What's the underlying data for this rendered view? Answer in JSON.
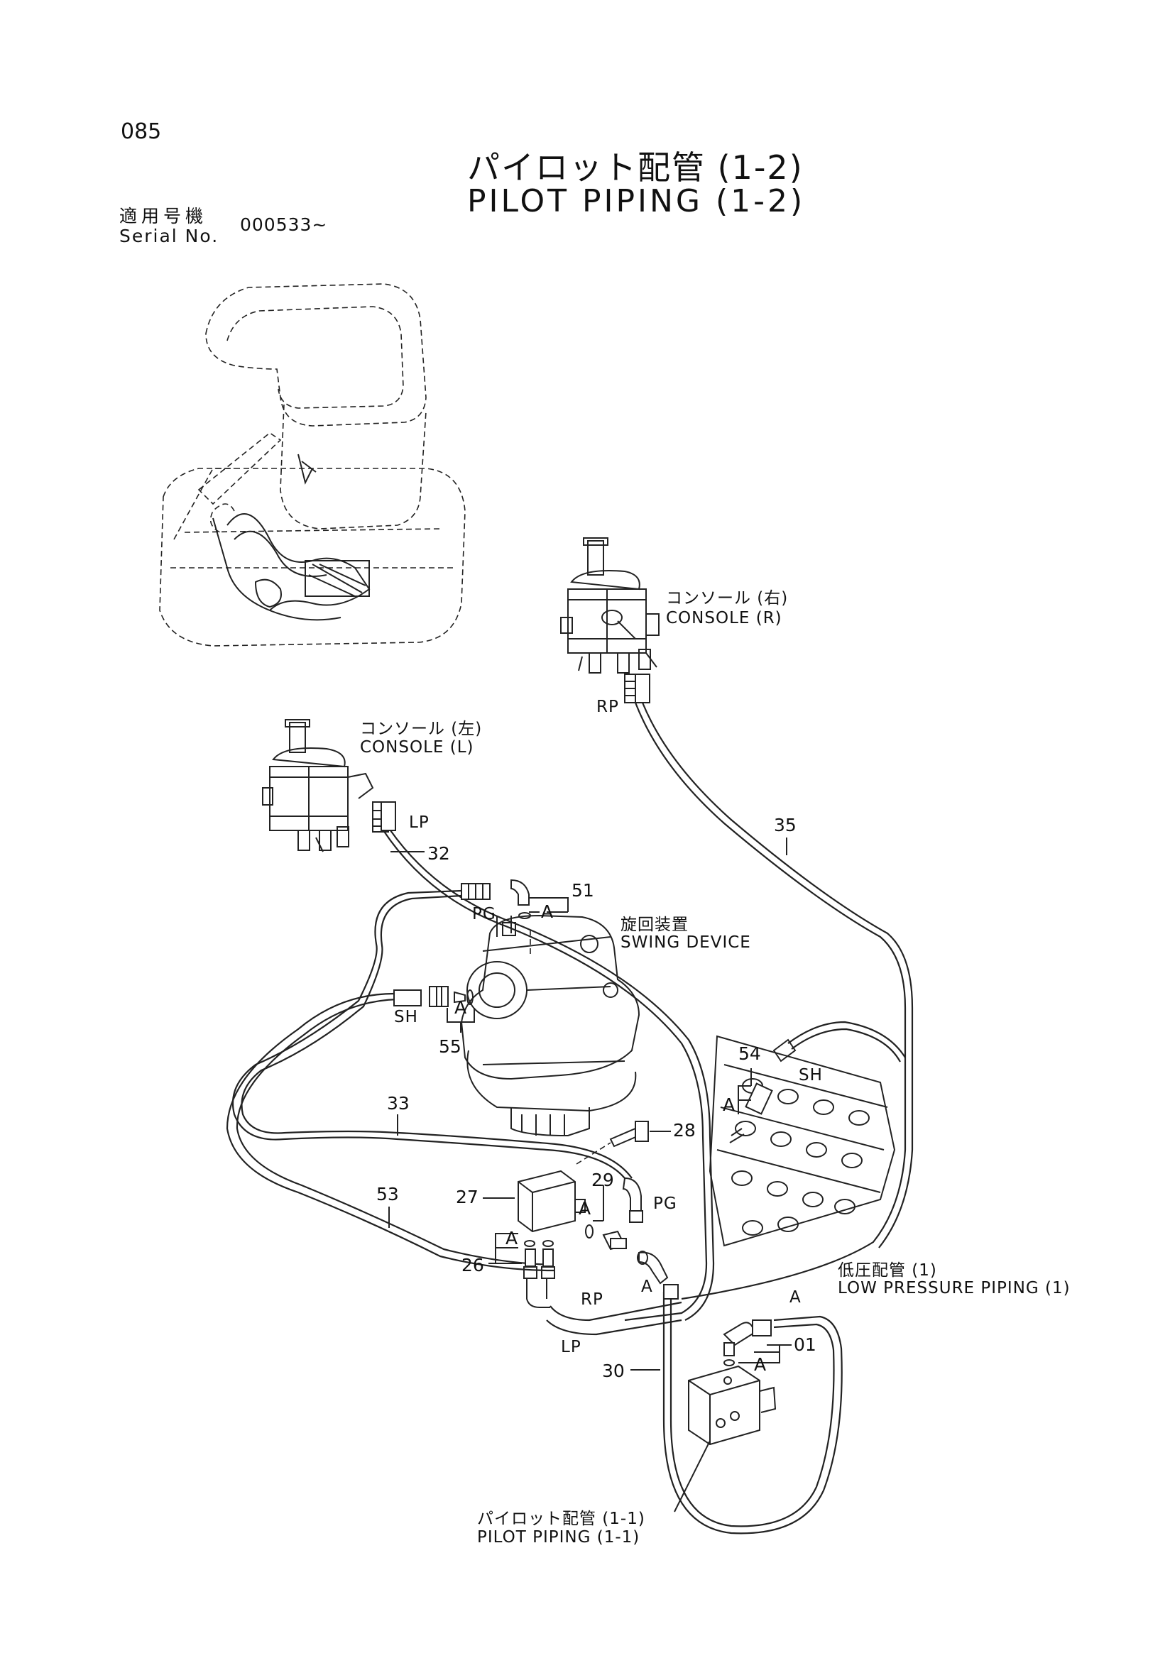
{
  "header": {
    "page_number": "085",
    "title_jp": "パイロット配管 (1-2)",
    "title_en": "PILOT PIPING (1-2)",
    "serial_label_jp": "適用号機",
    "serial_label_en": "Serial No.",
    "serial_value": "000533~"
  },
  "labels": {
    "console_r_jp": "コンソール (右)",
    "console_r_en": "CONSOLE (R)",
    "console_l_jp": "コンソール (左)",
    "console_l_en": "CONSOLE (L)",
    "swing_jp": "旋回装置",
    "swing_en": "SWING DEVICE",
    "low_pressure_jp": "低圧配管 (1)",
    "low_pressure_en": "LOW PRESSURE PIPING (1)",
    "pilot_11_jp": "パイロット配管 (1-1)",
    "pilot_11_en": "PILOT PIPING (1-1)"
  },
  "port_labels": {
    "rp_top": "RP",
    "lp_top": "LP",
    "pg_top": "PG",
    "sh_left": "SH",
    "sh_right": "SH",
    "pg_mid": "PG",
    "a_mid": "A",
    "rp_bottom": "RP",
    "lp_bottom": "LP",
    "a_right": "A",
    "a_bracket_51": "A",
    "a_bracket_55": "A",
    "a_bracket_54": "A",
    "a_bracket_29": "A",
    "a_bracket_26": "A",
    "a_bracket_01": "A"
  },
  "part_numbers": {
    "p32": "32",
    "p35": "35",
    "p51": "51",
    "p55": "55",
    "p54": "54",
    "p33": "33",
    "p28": "28",
    "p27": "27",
    "p29": "29",
    "p53": "53",
    "p26": "26",
    "p30": "30",
    "p01": "01"
  }
}
